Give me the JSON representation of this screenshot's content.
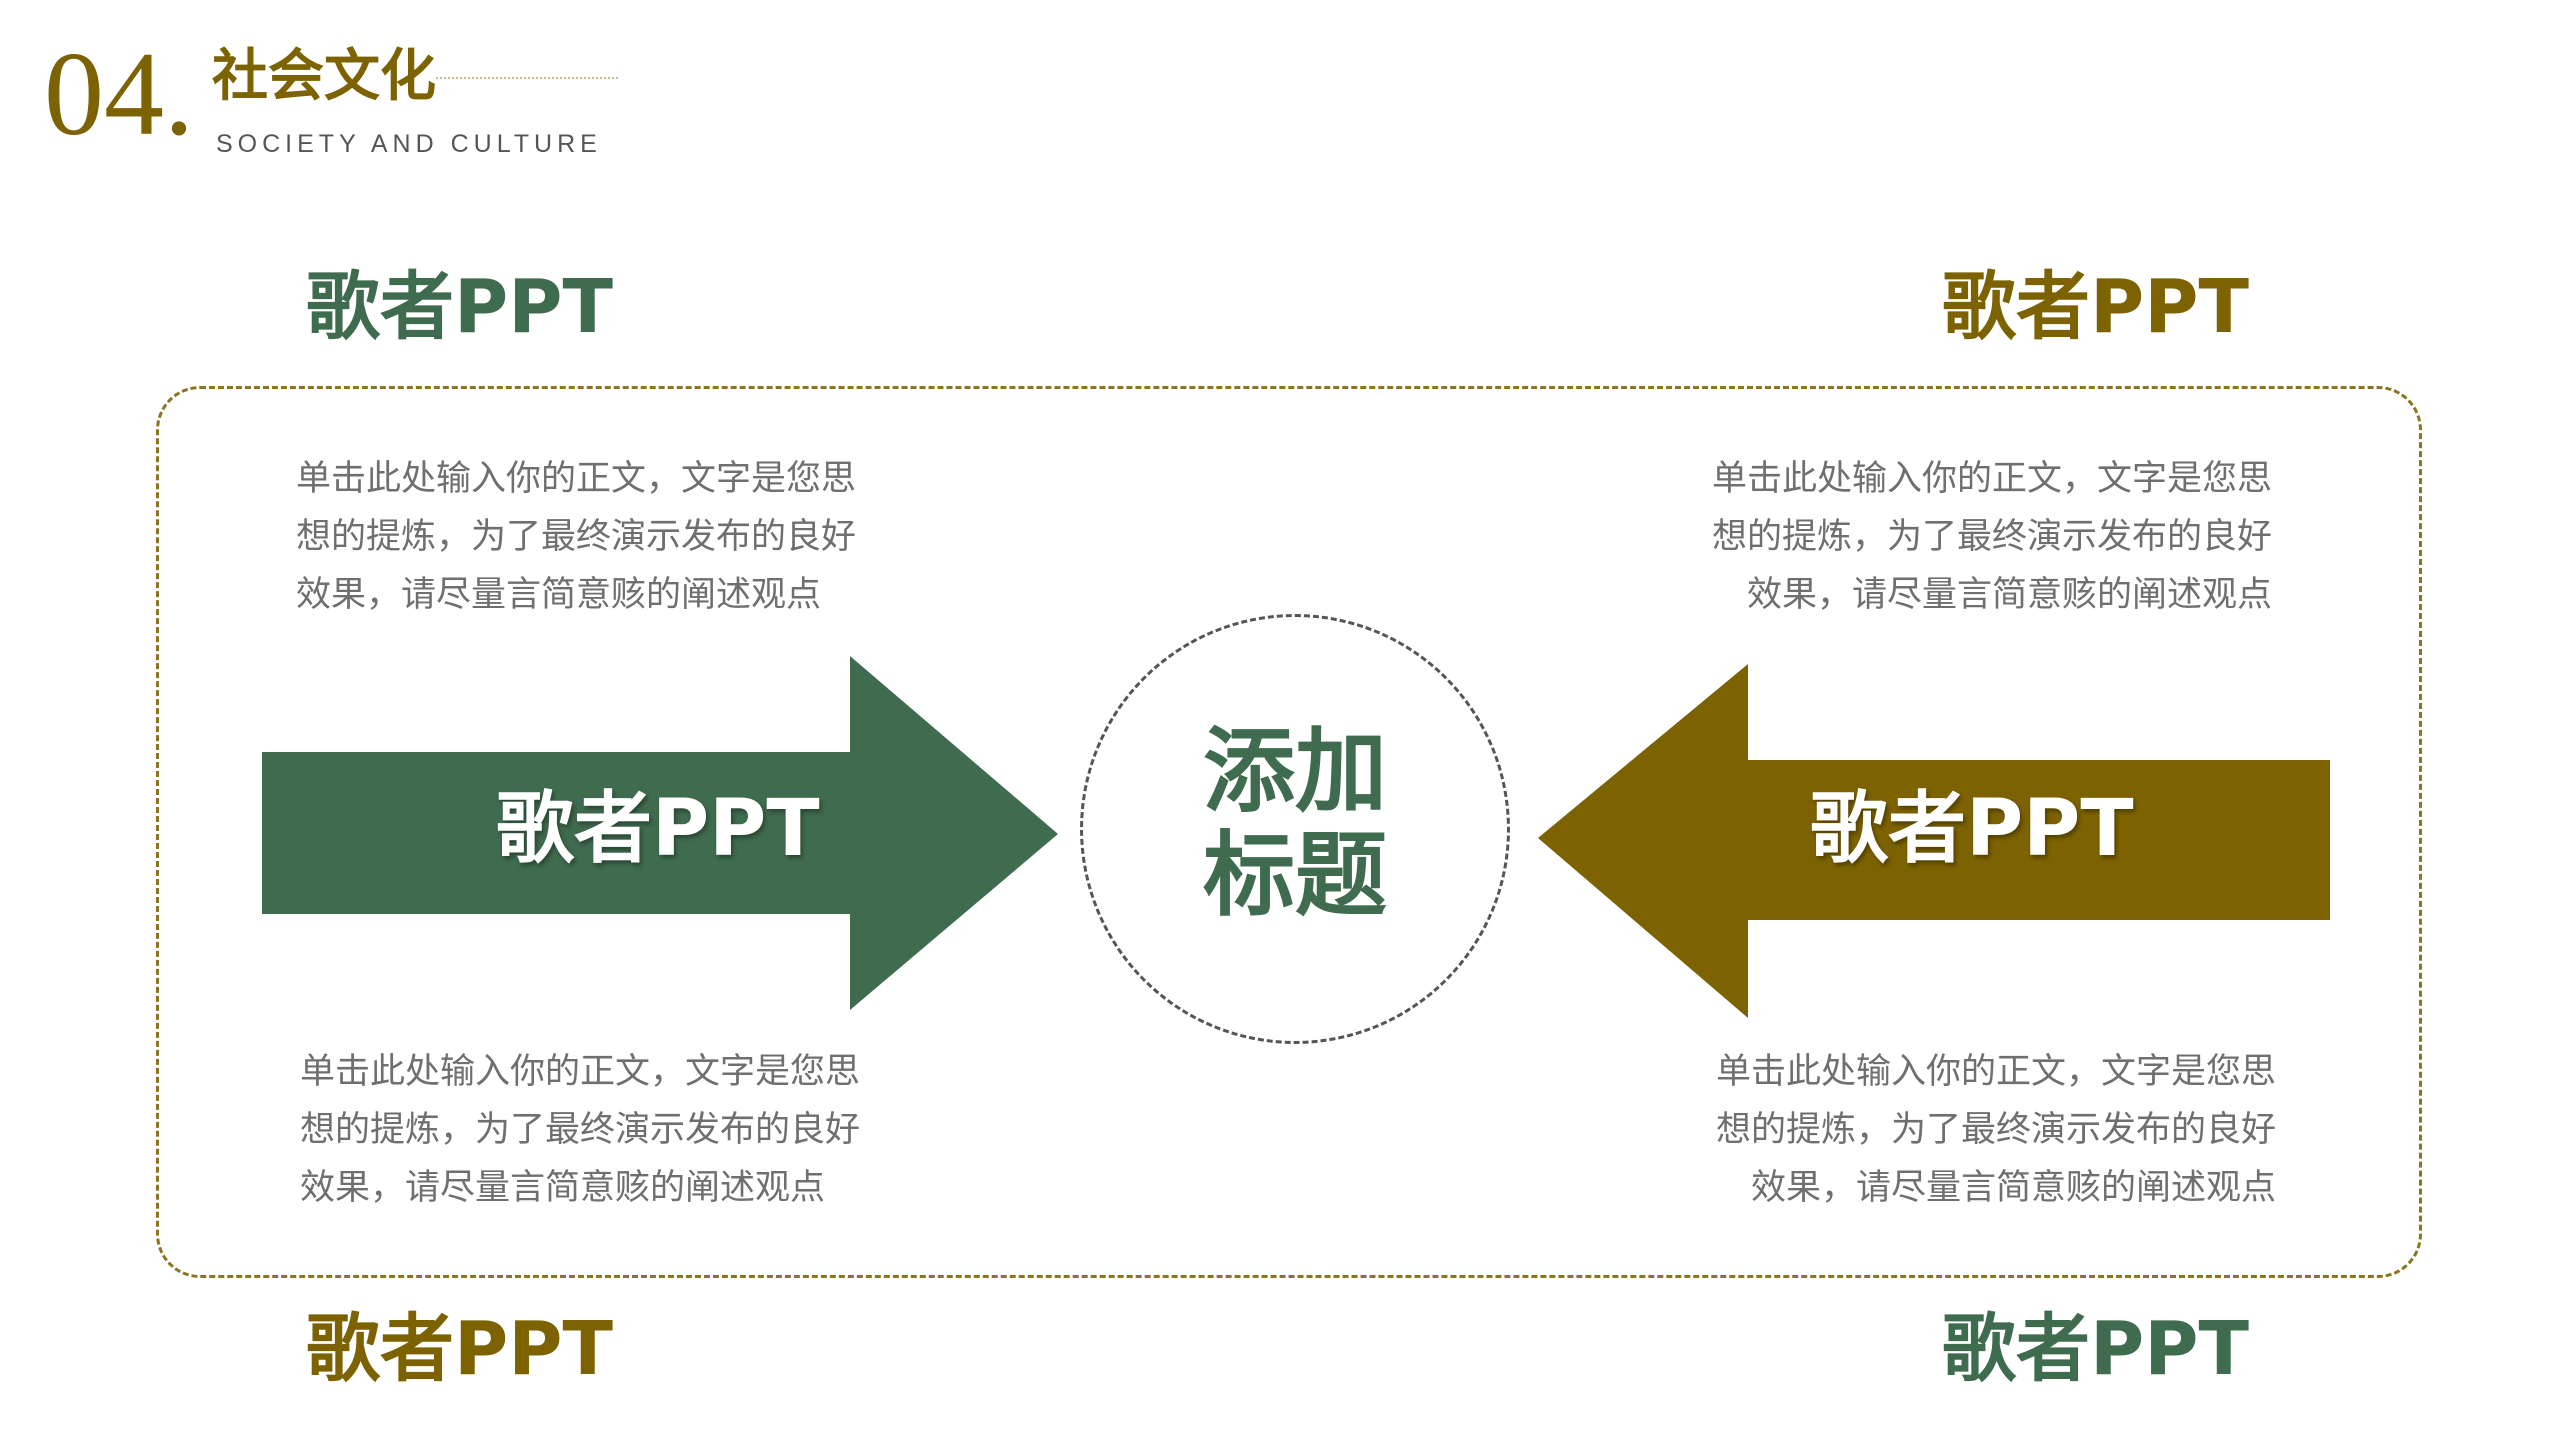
{
  "header": {
    "number": "04.",
    "title": "社会文化",
    "subtitle": "SOCIETY AND CULTURE"
  },
  "corners": {
    "top_left": "歌者PPT",
    "top_right": "歌者PPT",
    "bottom_left": "歌者PPT",
    "bottom_right": "歌者PPT"
  },
  "paragraphs": {
    "top_left": "单击此处输入你的正文，文字是您思\n想的提炼，为了最终演示发布的良好\n效果，请尽量言简意赅的阐述观点",
    "top_right": "单击此处输入你的正文，文字是您思\n想的提炼，为了最终演示发布的良好\n效果，请尽量言简意赅的阐述观点",
    "bottom_left": "单击此处输入你的正文，文字是您思\n想的提炼，为了最终演示发布的良好\n效果，请尽量言简意赅的阐述观点",
    "bottom_right": "单击此处输入你的正文，文字是您思\n想的提炼，为了最终演示发布的良好\n效果，请尽量言简意赅的阐述观点"
  },
  "arrows": {
    "left_label": "歌者PPT",
    "right_label": "歌者PPT"
  },
  "center": {
    "line1": "添加",
    "line2": "标题"
  },
  "colors": {
    "green": "#3f6b4e",
    "gold": "#7c6200",
    "text_gray": "#6f6f6f"
  }
}
